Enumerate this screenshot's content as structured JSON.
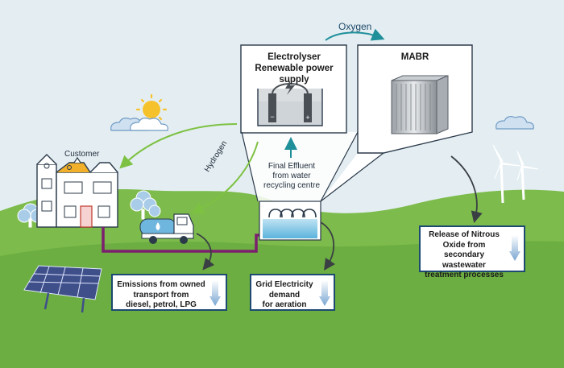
{
  "labels": {
    "oxygen": "Oxygen",
    "electrolyser_title_line1": "Electrolyser",
    "electrolyser_title_line2": "Renewable power supply",
    "mabr_title": "MABR",
    "customer": "Customer",
    "hydrogen": "Hydrogen",
    "final_effluent_line1": "Final Effluent",
    "final_effluent_line2": "from water",
    "final_effluent_line3": "recycling centre"
  },
  "info_boxes": {
    "emissions_transport": [
      "Emissions from owned",
      "transport from",
      "diesel, petrol, LPG"
    ],
    "grid_electricity": [
      "Grid Electricity",
      "demand",
      "for aeration"
    ],
    "nitrous_oxide": [
      "Release of Nitrous",
      "Oxide from secondary",
      "wastewater",
      "treatment processes"
    ]
  },
  "colors": {
    "sky": "#e4eef2",
    "grass_light": "#7dbb4c",
    "grass_dark": "#5fa53a",
    "hydrogen_arrow": "#7dc142",
    "oxygen_arrow": "#1f8f9a",
    "pipe": "#7b1f6e",
    "box_border": "#1c4a72",
    "down_arrow": "#8fb3d6"
  },
  "icons": [
    "sun-icon",
    "cloud-icon",
    "house-icon",
    "truck-icon",
    "solar-panel-icon",
    "wind-turbine-icon",
    "tree-icon",
    "electrolyser-icon",
    "mabr-module-icon",
    "water-tank-icon"
  ]
}
